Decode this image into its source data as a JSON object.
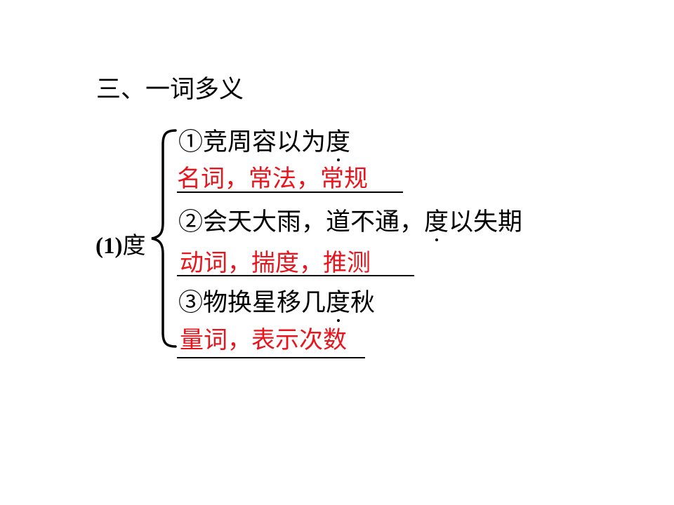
{
  "heading": "三、一词多义",
  "term": {
    "number": "(1)",
    "word": "度"
  },
  "senses": [
    {
      "sentence_before": "①竞周容以为",
      "key": "度",
      "sentence_after": "",
      "answer": "名词，常法，常规"
    },
    {
      "sentence_before": "②会天大雨，道不通，",
      "key": "度",
      "sentence_after": "以失期",
      "answer": "动词，揣度，推测"
    },
    {
      "sentence_before": "③物换星移几",
      "key": "度",
      "sentence_after": "秋",
      "answer": "量词，表示次数"
    }
  ],
  "colors": {
    "text": "#000000",
    "answer": "#e8151d",
    "background": "#ffffff"
  }
}
